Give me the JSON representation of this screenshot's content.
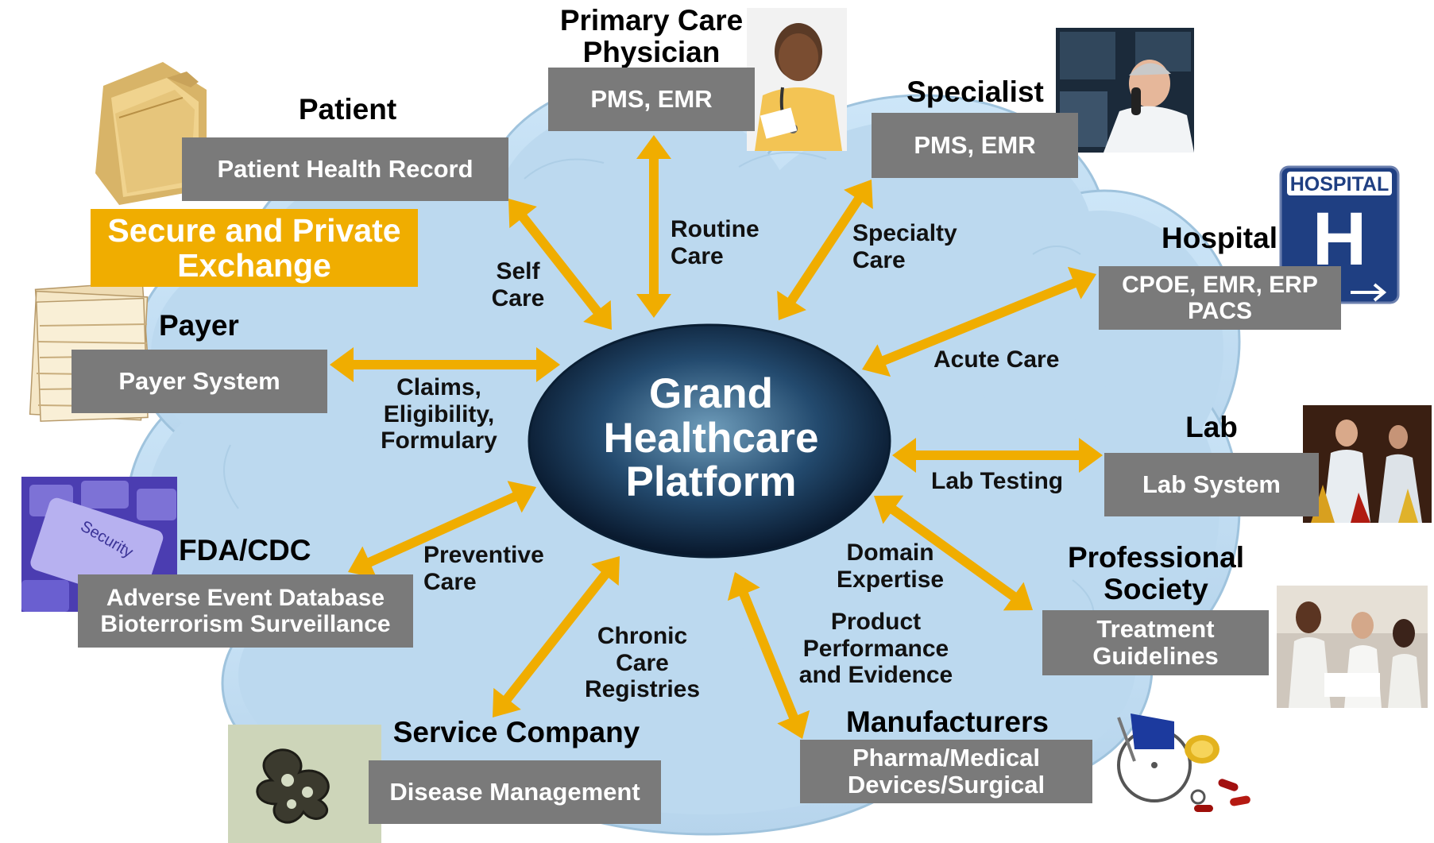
{
  "center": {
    "line1": "Grand",
    "line2": "Healthcare",
    "line3": "Platform"
  },
  "banner": {
    "line1": "Secure and Private",
    "line2": "Exchange"
  },
  "stakeholders": [
    {
      "id": "pcp",
      "title_l1": "Primary Care",
      "title_l2": "Physician",
      "system_l1": "PMS, EMR",
      "system_l2": "",
      "flow_l1": "Routine",
      "flow_l2": "Care",
      "flow_l3": "",
      "image": "physician-photo"
    },
    {
      "id": "specialist",
      "title_l1": "Specialist",
      "title_l2": "",
      "system_l1": "PMS, EMR",
      "system_l2": "",
      "flow_l1": "Specialty",
      "flow_l2": "Care",
      "flow_l3": "",
      "image": "specialist-photo"
    },
    {
      "id": "hospital",
      "title_l1": "Hospital",
      "title_l2": "",
      "system_l1": "CPOE, EMR, ERP",
      "system_l2": "PACS",
      "flow_l1": "Acute Care",
      "flow_l2": "",
      "flow_l3": "",
      "image": "hospital-sign"
    },
    {
      "id": "lab",
      "title_l1": "Lab",
      "title_l2": "",
      "system_l1": "Lab System",
      "system_l2": "",
      "flow_l1": "Lab Testing",
      "flow_l2": "",
      "flow_l3": "",
      "image": "lab-photo"
    },
    {
      "id": "society",
      "title_l1": "Professional",
      "title_l2": "Society",
      "system_l1": "Treatment",
      "system_l2": "Guidelines",
      "flow_l1": "Domain",
      "flow_l2": "Expertise",
      "flow_l3": "",
      "image": "doctors-photo"
    },
    {
      "id": "manufacturers",
      "title_l1": "Manufacturers",
      "title_l2": "",
      "system_l1": "Pharma/Medical",
      "system_l2": "Devices/Surgical",
      "flow_l1": "Product",
      "flow_l2": "Performance",
      "flow_l3": "and Evidence",
      "image": "wheelchair-pills"
    },
    {
      "id": "service",
      "title_l1": "Service Company",
      "title_l2": "",
      "system_l1": "Disease Management",
      "system_l2": "",
      "flow_l1": "Chronic",
      "flow_l2": "Care",
      "flow_l3": "Registries",
      "image": "virus-micrograph"
    },
    {
      "id": "fda",
      "title_l1": "FDA/CDC",
      "title_l2": "",
      "system_l1": "Adverse Event Database",
      "system_l2": "Bioterrorism Surveillance",
      "flow_l1": "Preventive",
      "flow_l2": "Care",
      "flow_l3": "",
      "image": "security-keyboard"
    },
    {
      "id": "payer",
      "title_l1": "Payer",
      "title_l2": "",
      "system_l1": "Payer System",
      "system_l2": "",
      "flow_l1": "Claims,",
      "flow_l2": "Eligibility,",
      "flow_l3": "Formulary",
      "image": "paper-stack"
    },
    {
      "id": "patient",
      "title_l1": "Patient",
      "title_l2": "",
      "system_l1": "Patient Health Record",
      "system_l2": "",
      "flow_l1": "Self",
      "flow_l2": "Care",
      "flow_l3": "",
      "image": "manila-folder"
    }
  ],
  "image_labels": {
    "keyboard_key": "Security",
    "hospital_sign_text": "HOSPITAL",
    "hospital_sign_letter": "H"
  },
  "colors": {
    "cloud": "#bcd9ef",
    "cloud_edge": "#a3c6e0",
    "arrow": "#f0ad00",
    "box": "#7a7a7a",
    "banner": "#f0ad00",
    "center_dark": "#08172b",
    "center_light": "#6f9dbb"
  }
}
